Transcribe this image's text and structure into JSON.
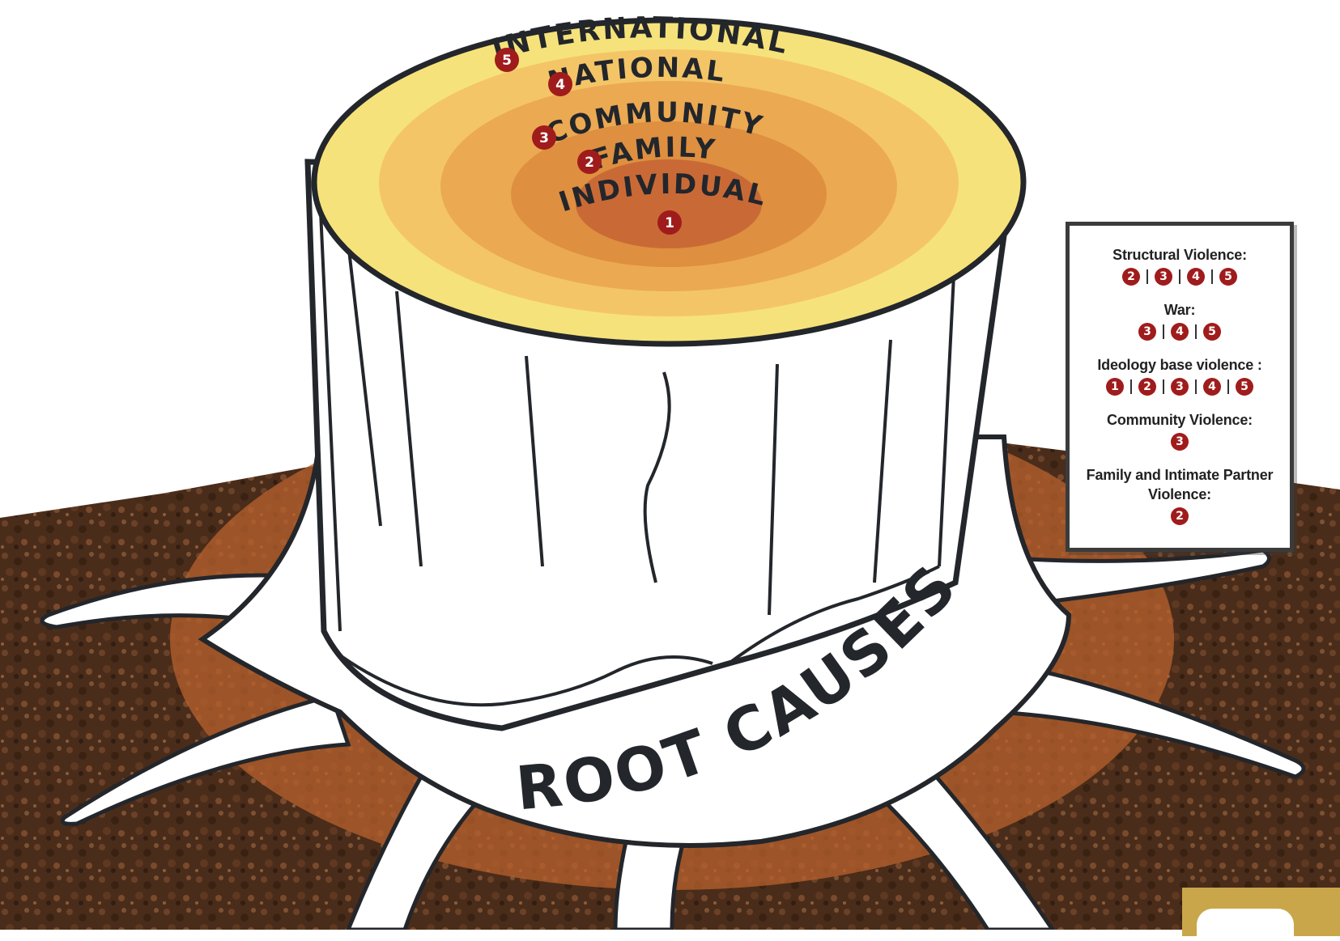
{
  "rings": [
    {
      "num": "5",
      "label": "INTERNATIONAL",
      "color": "#f6e27a"
    },
    {
      "num": "4",
      "label": "NATIONAL",
      "color": "#f4c567"
    },
    {
      "num": "3",
      "label": "COMMUNITY",
      "color": "#eba952"
    },
    {
      "num": "2",
      "label": "FAMILY",
      "color": "#de8f40"
    },
    {
      "num": "1",
      "label": "INDIVIDUAL",
      "color": "#c96a36"
    }
  ],
  "root_label": "ROOT CAUSES",
  "legend": [
    {
      "title": "Structural Violence:",
      "levels": [
        "2",
        "3",
        "4",
        "5"
      ]
    },
    {
      "title": "War:",
      "levels": [
        "3",
        "4",
        "5"
      ]
    },
    {
      "title": "Ideology base violence :",
      "levels": [
        "1",
        "2",
        "3",
        "4",
        "5"
      ]
    },
    {
      "title": "Community Violence:",
      "levels": [
        "3"
      ]
    },
    {
      "title": "Family and Intimate Partner Violence:",
      "levels": [
        "2"
      ]
    }
  ],
  "colors": {
    "badge": "#a01c1c",
    "soil": "#4a2c1a",
    "soil_light": "#7a4a2c",
    "orange_halo": "#b8612e",
    "stump": "#ffffff",
    "ink": "#23262b",
    "logo": "#c9a64a"
  },
  "icons": {
    "level_badge": "numbered-circle-icon"
  }
}
